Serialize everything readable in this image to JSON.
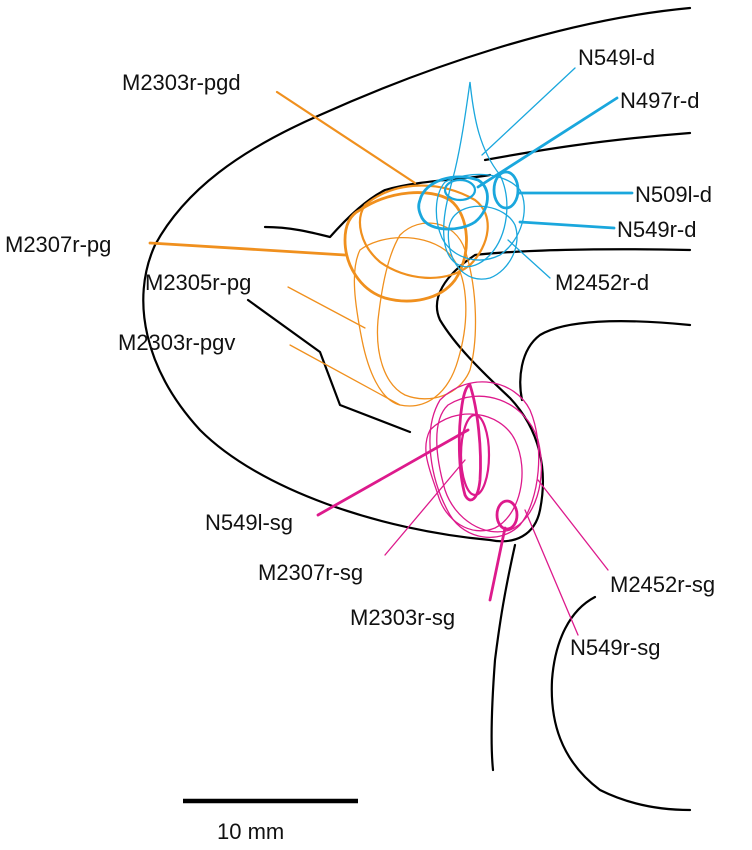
{
  "colors": {
    "outline": "#000000",
    "orange": "#f0901e",
    "cyan": "#1aa7dd",
    "magenta": "#dd1a8c",
    "text": "#111111"
  },
  "labels": {
    "m2303r_pgd": "M2303r-pgd",
    "m2307r_pg": "M2307r-pg",
    "m2305r_pg": "M2305r-pg",
    "m2303r_pgv": "M2303r-pgv",
    "n549l_d": "N549l-d",
    "n497r_d": "N497r-d",
    "n509l_d": "N509l-d",
    "n549r_d": "N549r-d",
    "m2452r_d": "M2452r-d",
    "n549l_sg": "N549l-sg",
    "m2307r_sg": "M2307r-sg",
    "m2303r_sg": "M2303r-sg",
    "m2452r_sg": "M2452r-sg",
    "n549r_sg": "N549r-sg"
  },
  "scale_bar": {
    "label": "10 mm"
  }
}
